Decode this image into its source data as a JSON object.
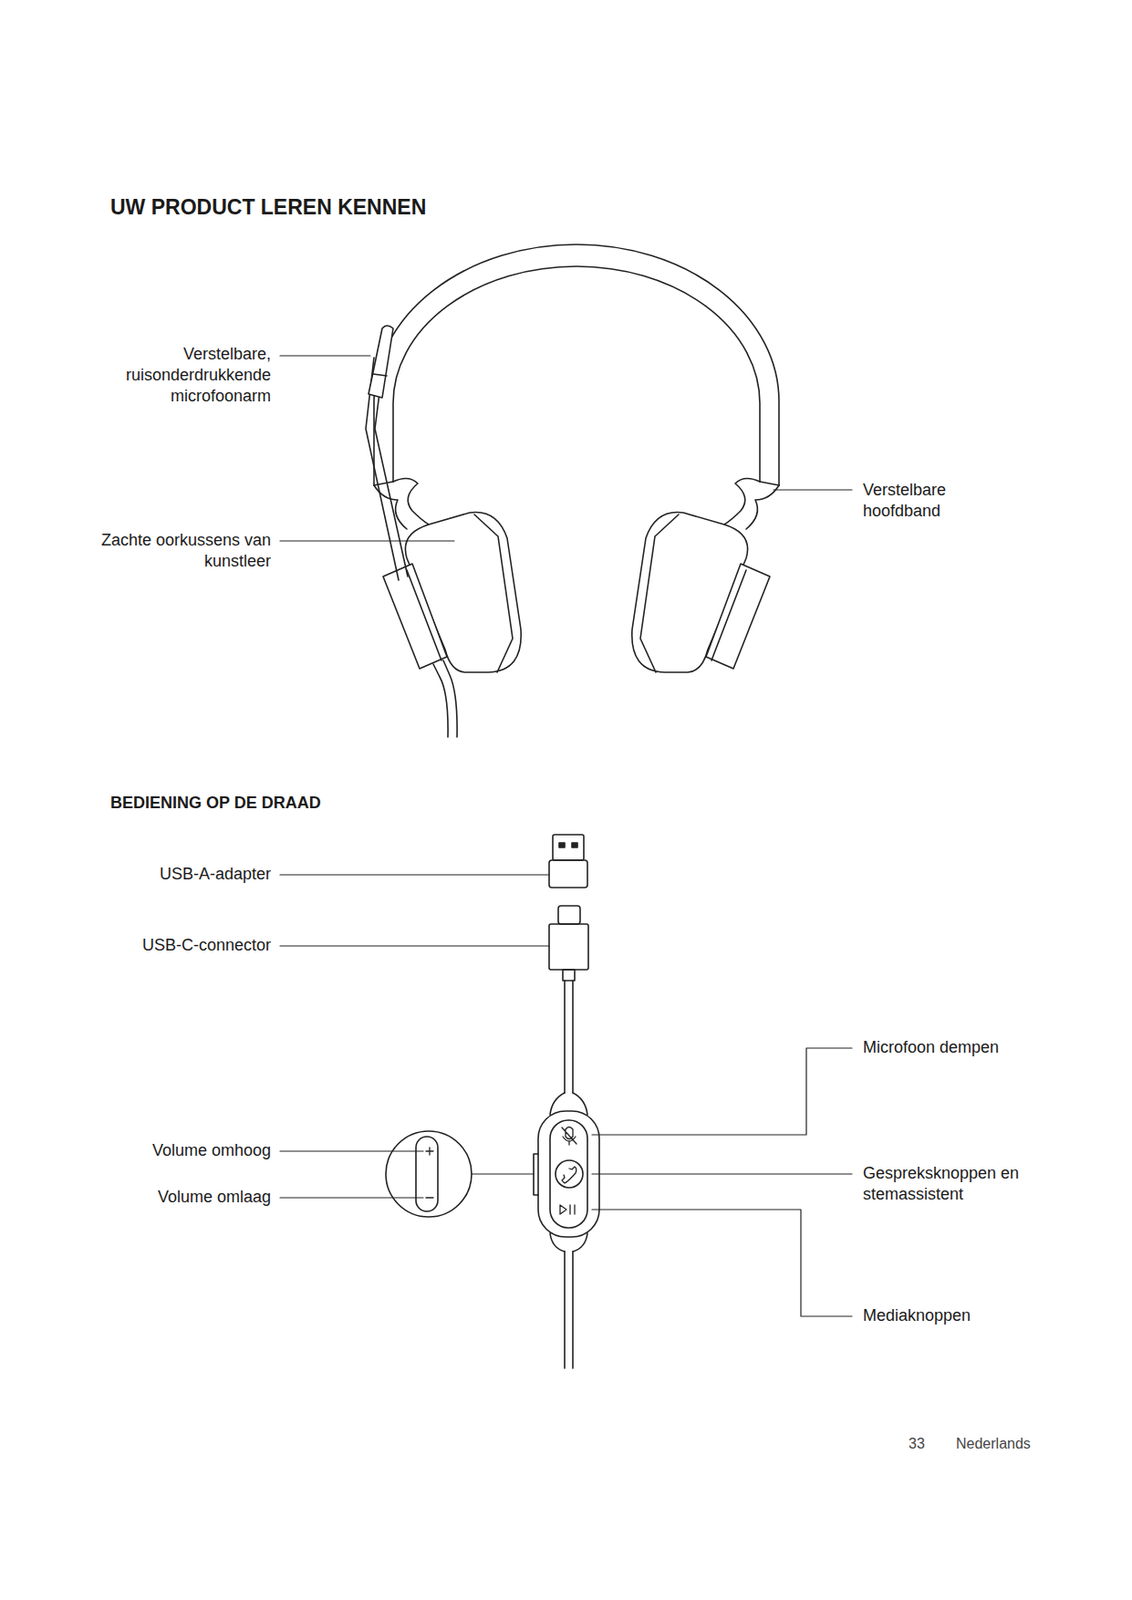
{
  "diagram": {
    "title": "UW PRODUCT LEREN KENNEN",
    "labels": [
      "Verstelbare, ruisonderdrukkende microfoonarm",
      "Zachte oorkussens van kunstleer",
      "Verstelbare hoofdband",
      "BEDIENING OP DE DRAAD",
      "USB-A-adapter",
      "USB-C-connector",
      "Microfoon dempen",
      "Volume omhoog",
      "Volume omlaag",
      "Gespreksknoppen en stemassistent",
      "Mediaknoppen",
      "33",
      "Nederlands"
    ]
  }
}
